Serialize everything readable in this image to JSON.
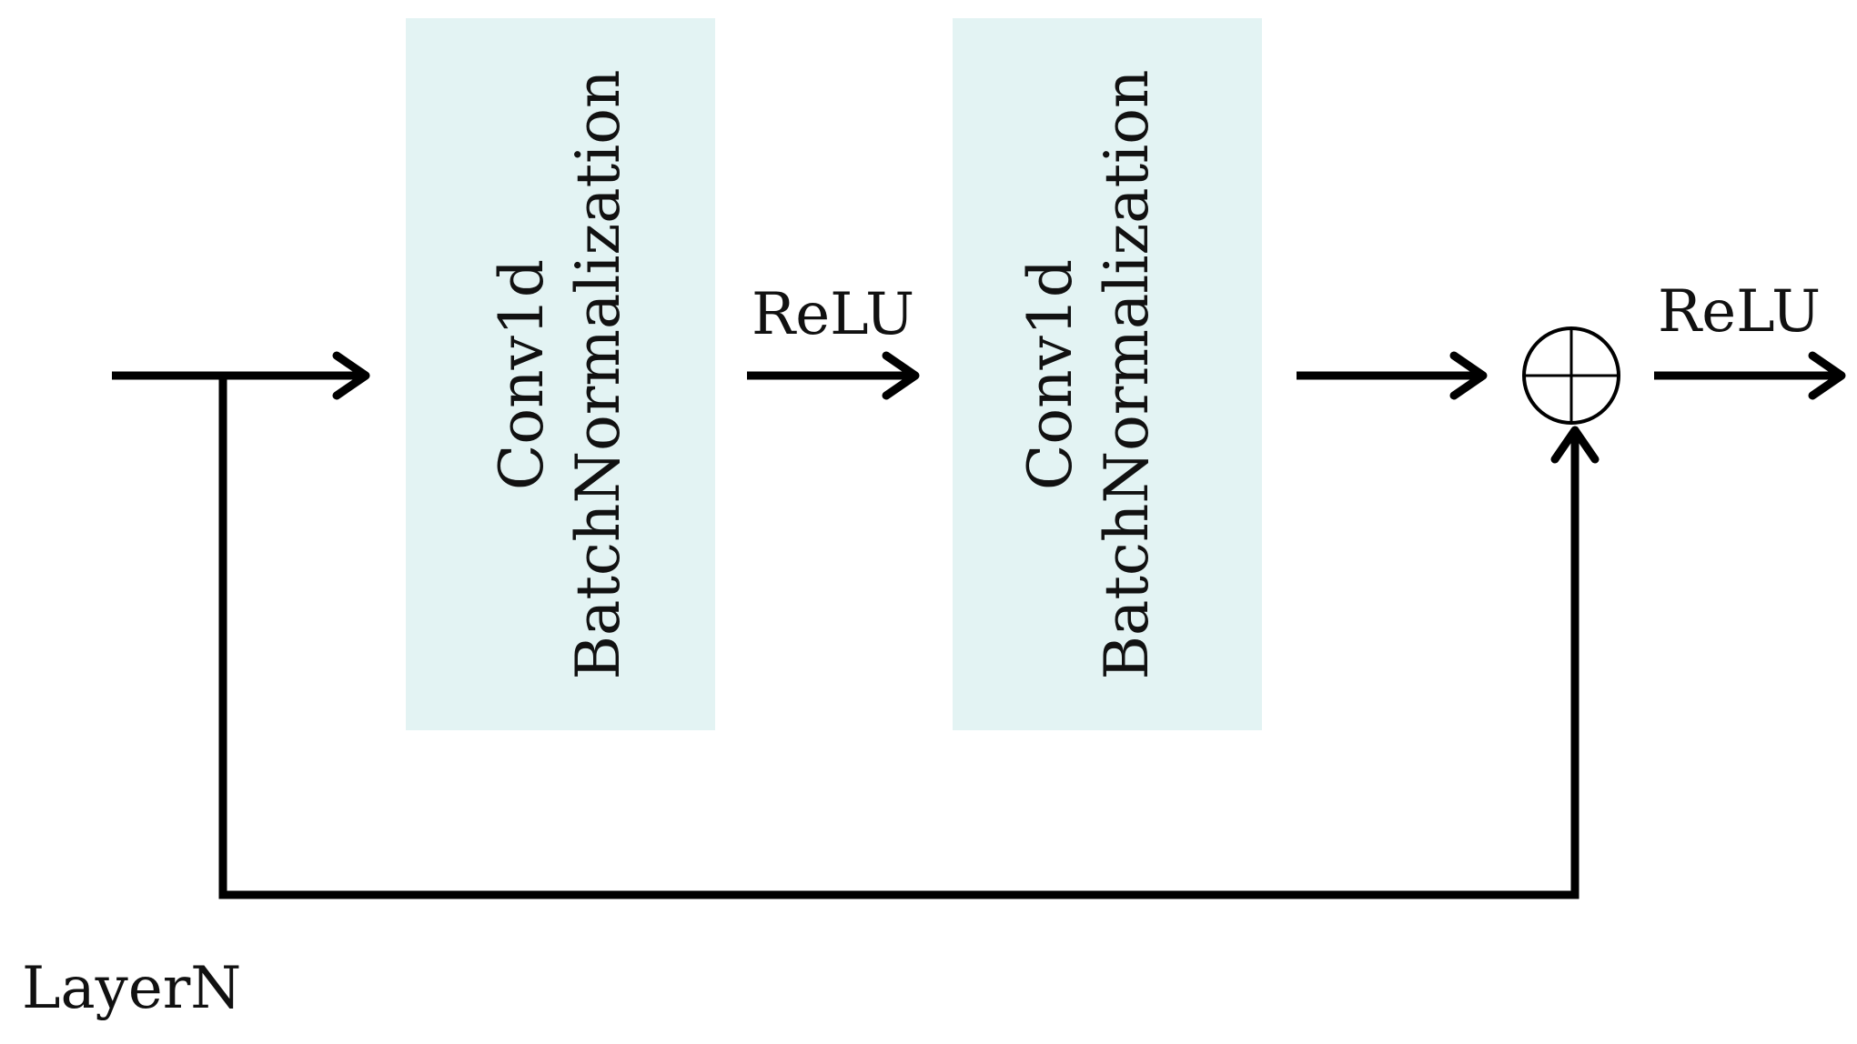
{
  "diagram": {
    "blocks": [
      {
        "line1": "Conv1d",
        "line2": "BatchNormalization"
      },
      {
        "line1": "Conv1d",
        "line2": "BatchNormalization"
      }
    ],
    "labels": {
      "relu_between": "ReLU",
      "relu_output": "ReLU",
      "layer_name": "LayerN"
    },
    "colors": {
      "block_fill": "#e3f3f3",
      "wire": "#000000"
    }
  }
}
